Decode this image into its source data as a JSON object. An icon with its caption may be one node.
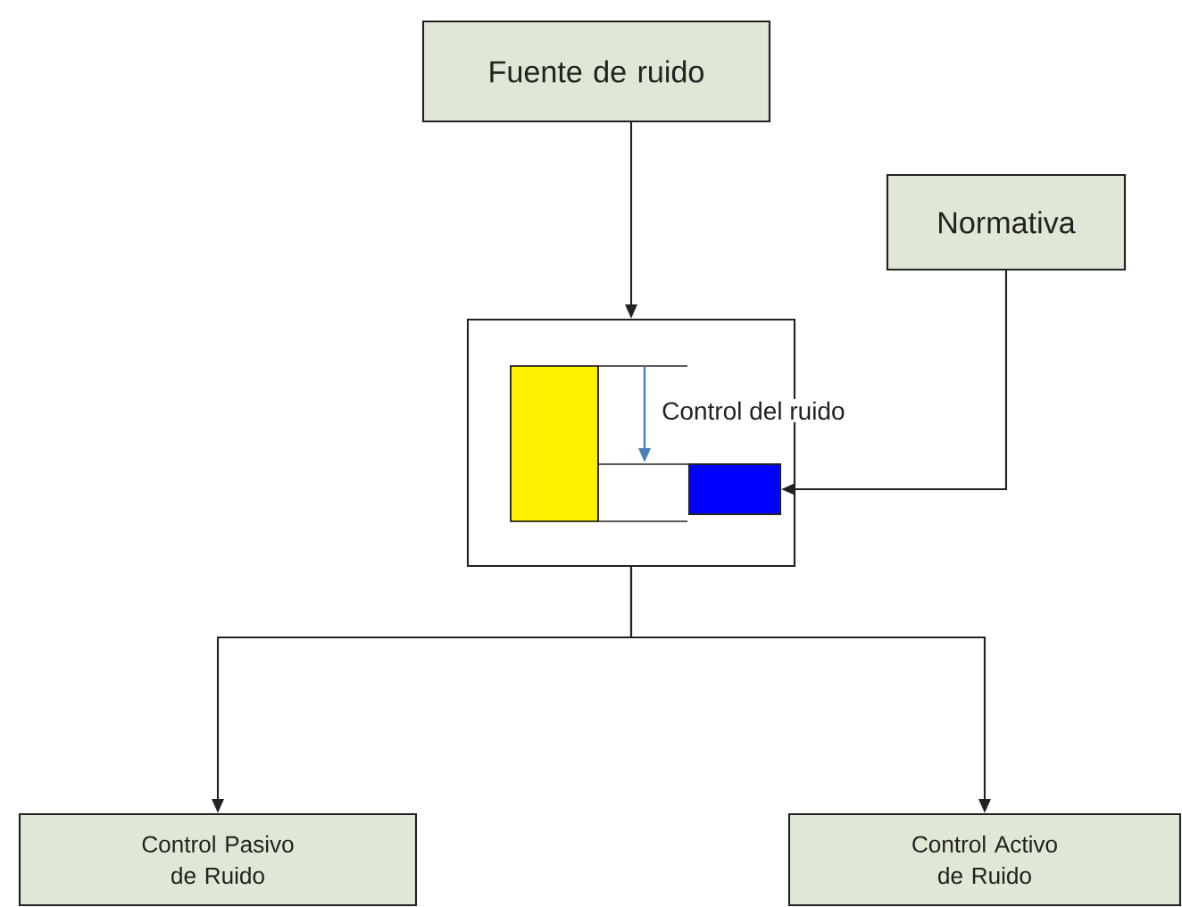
{
  "diagram": {
    "nodes": [
      {
        "text": [
          "Fuente de ruido"
        ]
      },
      {
        "text": [
          "Normativa"
        ]
      },
      {
        "text": [],
        "shape": "box"
      },
      {
        "text": [],
        "shape": "box",
        "in": 2
      },
      {
        "text": [
          "Control Pasivo de Ruido"
        ]
      },
      {
        "text": [
          "Control Activo de Ruido"
        ]
      }
    ],
    "edges": [
      {
        "from": 0,
        "to": 2,
        "arrow": "to"
      },
      {
        "from": 1,
        "to": 3,
        "arrow": "to"
      },
      {
        "from": 2,
        "to": 4,
        "arrow": "to"
      },
      {
        "from": 2,
        "to": 5,
        "arrow": "to"
      }
    ],
    "labels": [
      "Control del ruido"
    ]
  }
}
